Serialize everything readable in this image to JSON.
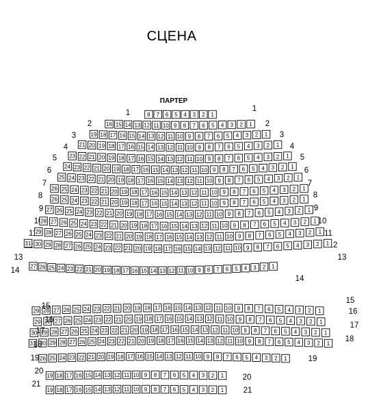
{
  "stage_label": "СЦЕНА",
  "section_label": "ПАРТЕР",
  "rows": [
    {
      "row": "1",
      "seats": 8
    },
    {
      "row": "2",
      "seats": 16
    },
    {
      "row": "3",
      "seats": 19
    },
    {
      "row": "4",
      "seats": 21
    },
    {
      "row": "5",
      "seats": 23
    },
    {
      "row": "6",
      "seats": 24
    },
    {
      "row": "7",
      "seats": 25
    },
    {
      "row": "8",
      "seats": 26
    },
    {
      "row": "9",
      "seats": 26
    },
    {
      "row": "10",
      "seats": 27
    },
    {
      "row": "11",
      "seats": 28
    },
    {
      "row": "12",
      "seats": 29
    },
    {
      "row": "13",
      "seats": 31
    },
    {
      "row": "14",
      "seats": 27
    },
    {
      "row": "15",
      "seats": 29
    },
    {
      "row": "16",
      "seats": 29
    },
    {
      "row": "17",
      "seats": 30
    },
    {
      "row": "18",
      "seats": 31
    },
    {
      "row": "19",
      "seats": 26
    },
    {
      "row": "20",
      "seats": 19
    },
    {
      "row": "21",
      "seats": 19
    }
  ]
}
